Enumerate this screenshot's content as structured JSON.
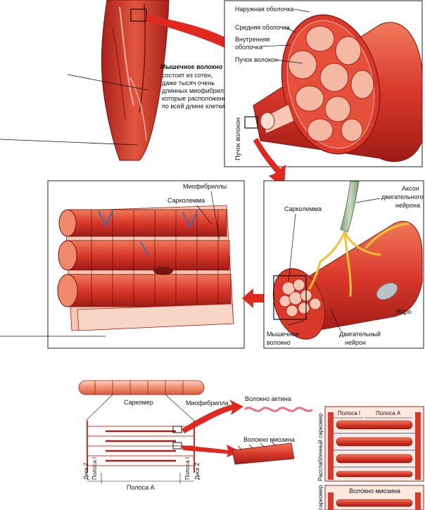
{
  "colors": {
    "muscle_red": "#d9382a",
    "muscle_dark": "#a8201a",
    "muscle_light": "#f08a6a",
    "pale_fiber": "#f6c7b2",
    "arrow_red": "#e0281e",
    "nerve_yellow": "#f2c230",
    "axon_green": "#a9c7a0",
    "nucleus_grey": "#b9c4c9",
    "myosin_blue": "#3b6fb0"
  },
  "top_right": {
    "outer_sheath": "Наружная оболочка",
    "middle_sheath": "Средняя оболочка",
    "inner_sheath_1": "Внутренняя",
    "inner_sheath_2": "оболочка",
    "fiber_bundle": "Пучок волокон",
    "fiber_bundle_vertical": "Пучок волокон"
  },
  "caption": {
    "title": "Мышечное волокно",
    "line1": "состоит из сотен,",
    "line2": "даже тысяч очень",
    "line3": "длинных миофибрилл,",
    "line4": "которые расположены",
    "line5": "по всей длине клетки"
  },
  "middle_left": {
    "myofibrils": "Миофибриллы",
    "sarcolemma": "Сарколемма"
  },
  "middle_right": {
    "sarcolemma": "Сарколемма",
    "axon_1": "Аксон",
    "axon_2": "двигательного",
    "axon_3": "нейрона",
    "nucleus": "Ядро",
    "muscle_fiber_1": "Мышечное",
    "muscle_fiber_2": "волокно",
    "motor_neuron_1": "Двигательный",
    "motor_neuron_2": "нейрон"
  },
  "bottom": {
    "sarcomere": "Саркомер",
    "myofibril": "Миофибрилла",
    "actin": "Волокно актина",
    "myosin": "Волокно миозина",
    "band_i": "Полоса I",
    "band_a": "Полоса A",
    "disk_z": "Диск Z",
    "relaxed": "Расслабленный саркомер",
    "band_i_right": "Полоса I",
    "band_a_right": "Полоса A",
    "myosin_right": "Волокно миозина",
    "sarcomere_cut": "саркомер"
  }
}
